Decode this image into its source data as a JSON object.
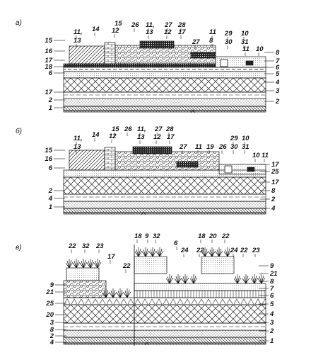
{
  "sections": [
    {
      "id": "a",
      "letter": "а)",
      "top_labels": [
        "11,",
        "13",
        "14",
        "15",
        "12",
        "26",
        "11,",
        "13",
        "27",
        "12",
        "28",
        "17",
        "27",
        "11",
        "8",
        "29",
        "30",
        "10",
        "31",
        "11",
        "10"
      ],
      "left_labels": [
        "15",
        "16",
        "17",
        "18",
        "6",
        "17",
        "2",
        "1"
      ],
      "right_labels": [
        "8",
        "7",
        "6",
        "5",
        "4",
        "3",
        "2"
      ]
    },
    {
      "id": "b",
      "letter": "б)",
      "top_labels": [
        "11,",
        "13",
        "14",
        "15",
        "12",
        "26",
        "11,",
        "13",
        "27",
        "12",
        "28",
        "17",
        "27",
        "11",
        "19",
        "26",
        "29",
        "30",
        "10",
        "31",
        "10",
        "11"
      ],
      "left_labels": [
        "15",
        "16",
        "6",
        "2",
        "4",
        "1"
      ],
      "right_labels": [
        "17",
        "25",
        "17",
        "8",
        "2",
        "4"
      ]
    },
    {
      "id": "v",
      "letter": "в)",
      "top_labels": [
        "22",
        "32",
        "23",
        "17",
        "22",
        "18",
        "9",
        "32",
        "6",
        "24",
        "22",
        "18",
        "20",
        "22",
        "24",
        "22",
        "23"
      ],
      "left_labels": [
        "9",
        "21",
        "25",
        "20",
        "3",
        "8",
        "2",
        "4"
      ],
      "right_labels": [
        "9",
        "21",
        "8",
        "7",
        "6",
        "5",
        "4",
        "3",
        "2",
        "1"
      ]
    }
  ]
}
